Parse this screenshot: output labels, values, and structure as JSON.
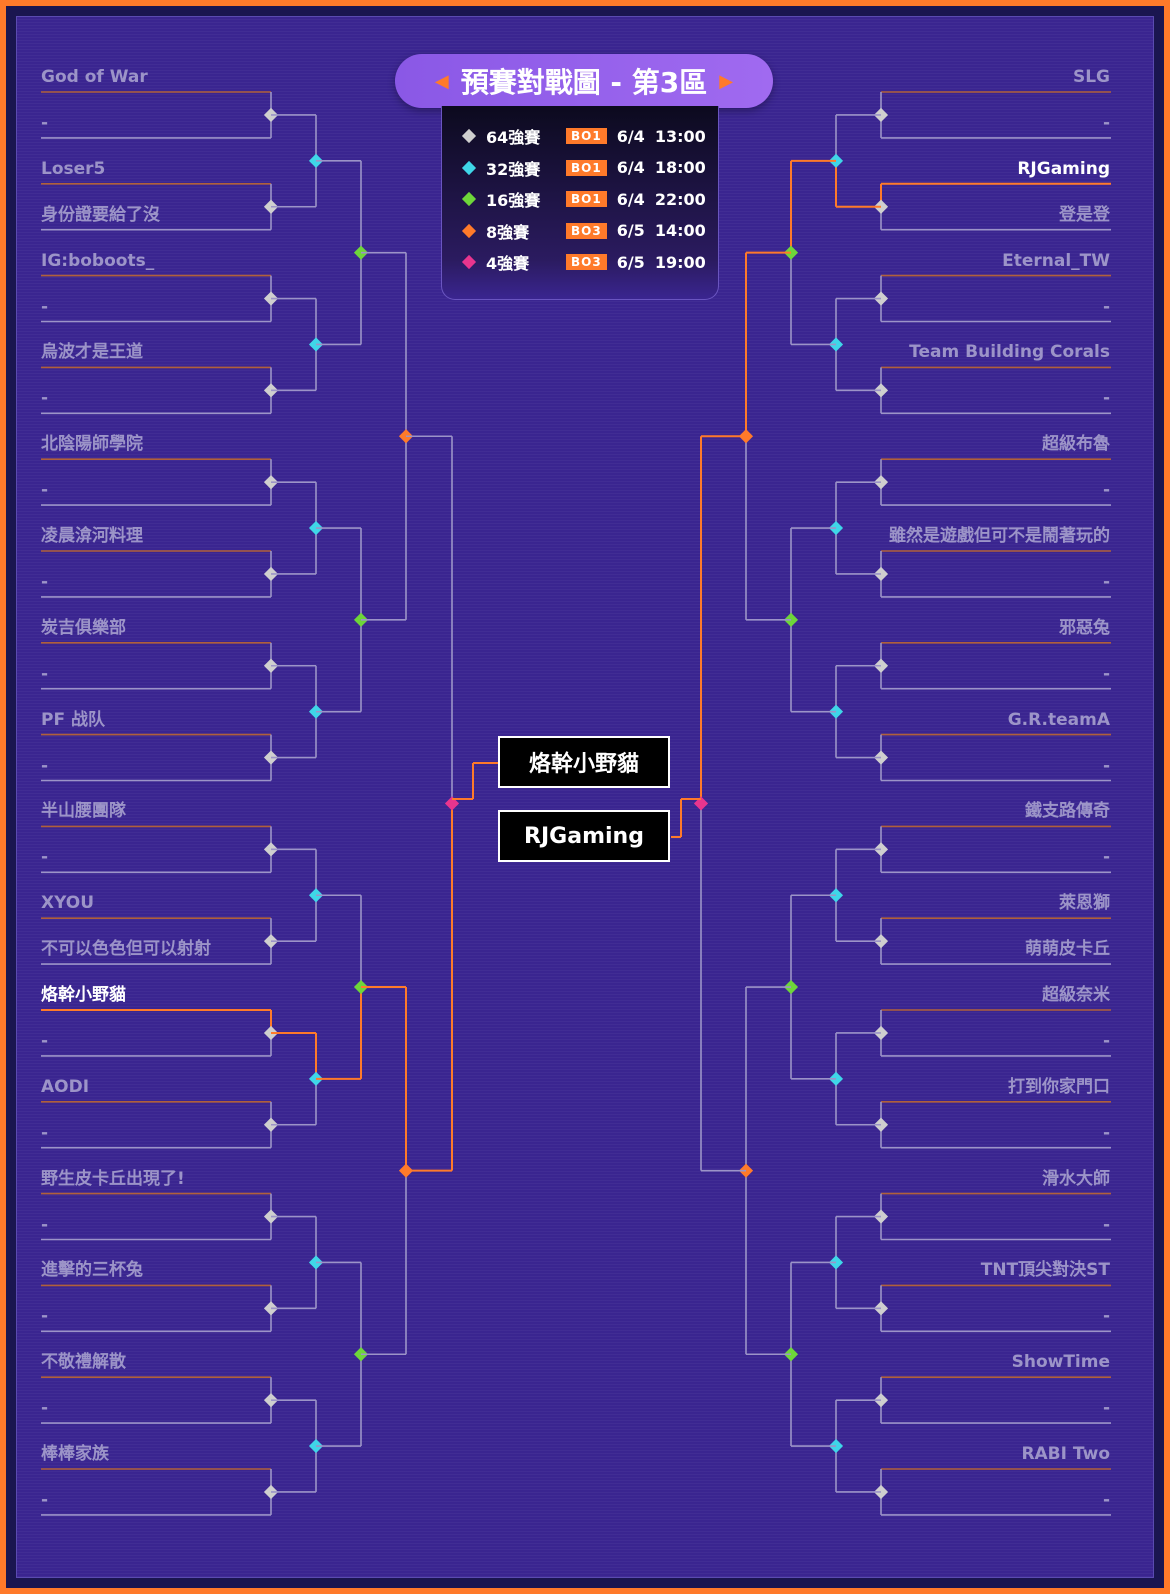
{
  "title": "預賽對戰圖 - 第3區",
  "arrows": {
    "left": "◀",
    "right": "▶"
  },
  "legend": [
    {
      "round": "64強賽",
      "bo": "BO1",
      "date": "6/4",
      "time": "13:00",
      "color": "#cfcfcf"
    },
    {
      "round": "32強賽",
      "bo": "BO1",
      "date": "6/4",
      "time": "18:00",
      "color": "#3fd6e8"
    },
    {
      "round": "16強賽",
      "bo": "BO1",
      "date": "6/4",
      "time": "22:00",
      "color": "#6ed63a"
    },
    {
      "round": "8強賽",
      "bo": "BO3",
      "date": "6/5",
      "time": "14:00",
      "color": "#ff7a2a"
    },
    {
      "round": "4強賽",
      "bo": "BO3",
      "date": "6/5",
      "time": "19:00",
      "color": "#e8358e"
    }
  ],
  "colors": {
    "line": "#9c94c8",
    "winner": "#ff7a2a",
    "text": "#9c94c8",
    "highlight": "#ffffff"
  },
  "left_teams": [
    "God of War",
    "-",
    "Loser5",
    "身份證要給了沒",
    "IG:boboots_",
    "-",
    "烏波才是王道",
    "-",
    "北陰陽師學院",
    "-",
    "凌晨渰河料理",
    "-",
    "炭吉俱樂部",
    "-",
    "PF 战队",
    "-",
    "半山腰團隊",
    "-",
    "XYOU",
    "不可以色色但可以射射",
    "烙幹小野貓",
    "-",
    "AODI",
    "-",
    "野生皮卡丘出現了!",
    "-",
    "進擊的三杯兔",
    "-",
    "不敬禮解散",
    "-",
    "棒棒家族",
    "-"
  ],
  "right_teams": [
    "SLG",
    "-",
    "RJGaming",
    "登是登",
    "Eternal_TW",
    "-",
    "Team Building Corals",
    "-",
    "超級布魯",
    "-",
    "雖然是遊戲但可不是鬧著玩的",
    "-",
    "邪惡兔",
    "-",
    "G.R.teamA",
    "-",
    "鐵支路傳奇",
    "-",
    "萊恩獅",
    "萌萌皮卡丘",
    "超級奈米",
    "-",
    "打到你家門口",
    "-",
    "滑水大師",
    "-",
    "TNT頂尖對決ST",
    "-",
    "ShowTime",
    "-",
    "RABI Two",
    "-"
  ],
  "highlighted": [
    "烙幹小野貓",
    "RJGaming"
  ],
  "finalists": [
    "烙幹小野貓",
    "RJGaming"
  ]
}
